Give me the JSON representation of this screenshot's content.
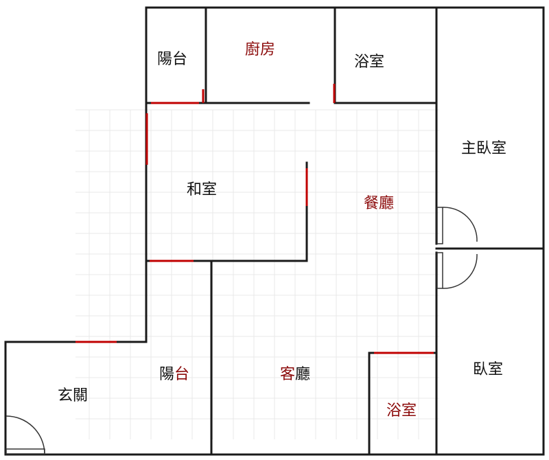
{
  "colors": {
    "wall": "#1a1a1a",
    "door_mark": "#c00000",
    "label": "#111111",
    "label_red": "#8b0a0a",
    "grid": "#e8e8e8"
  },
  "rooms": {
    "balcony_top": "陽台",
    "kitchen": "廚房",
    "bath_top": "浴室",
    "master_bedroom": "主臥室",
    "tatami_room": "和室",
    "dining": "餐廳",
    "balcony_left_a": "陽",
    "balcony_left_b": "台",
    "living_a": "客",
    "living_b": "廳",
    "bath_bottom": "浴室",
    "bedroom": "臥室",
    "foyer": "玄關"
  }
}
